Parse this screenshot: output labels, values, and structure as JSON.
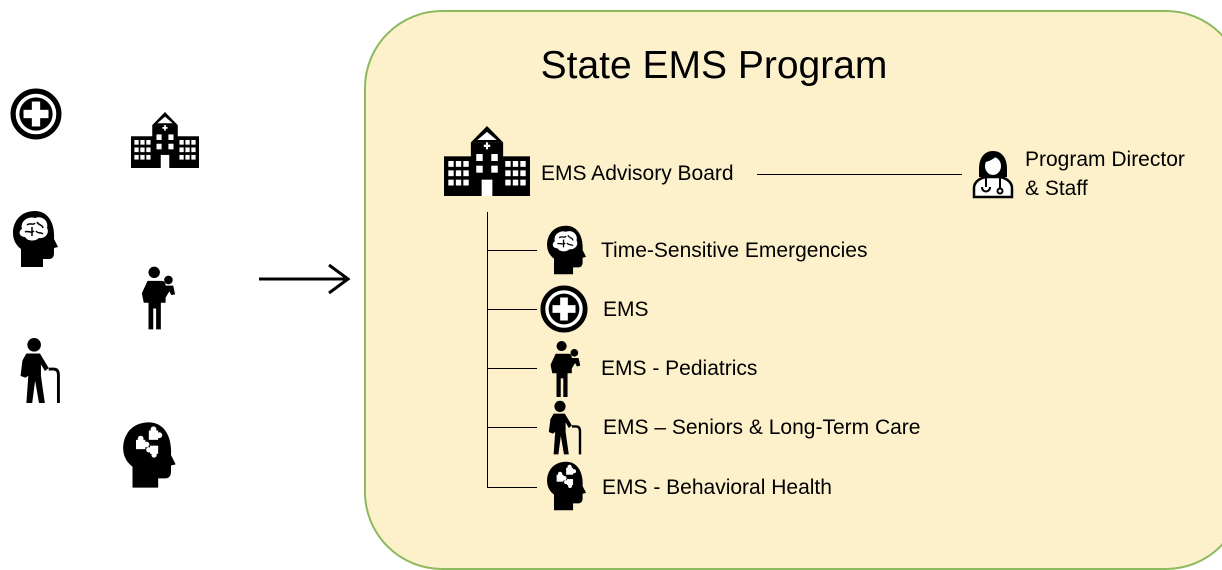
{
  "program": {
    "title": "State EMS Program",
    "board_label": "EMS Advisory Board",
    "director_line1": "Program Director",
    "director_line2": "& Staff"
  },
  "committees": [
    {
      "label": "Time-Sensitive Emergencies",
      "icon": "brain-head-icon"
    },
    {
      "label": "EMS",
      "icon": "medical-cross-icon"
    },
    {
      "label": "EMS - Pediatrics",
      "icon": "parent-child-icon"
    },
    {
      "label": "EMS – Seniors & Long-Term Care",
      "icon": "senior-cane-icon"
    },
    {
      "label": "EMS - Behavioral Health",
      "icon": "puzzle-head-icon"
    }
  ],
  "colors": {
    "panel_fill": "#fdf1cc",
    "panel_border": "#8cba5c",
    "icon": "#000000"
  }
}
